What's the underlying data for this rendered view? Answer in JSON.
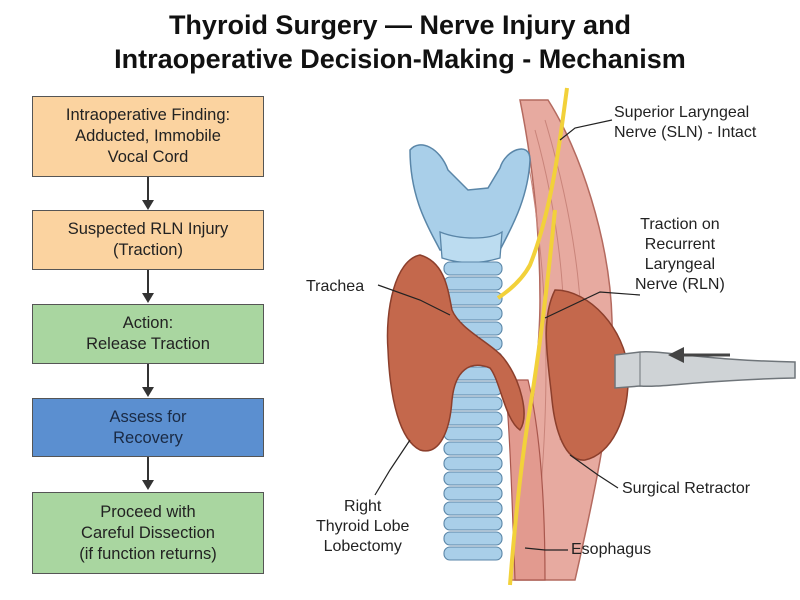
{
  "title": {
    "line1": "Thyroid Surgery — Nerve Injury and",
    "line2": "Intraoperative Decision-Making - Mechanism"
  },
  "flowchart": {
    "steps": [
      {
        "text": "Intraoperative Finding:\nAdducted, Immobile\nVocal Cord",
        "color": "#fbd3a0"
      },
      {
        "text": "Suspected RLN Injury\n(Traction)",
        "color": "#fbd3a0"
      },
      {
        "text": "Action:\nRelease Traction",
        "color": "#a9d6a0"
      },
      {
        "text": "Assess for\nRecovery",
        "color": "#5b8fd0"
      },
      {
        "text": "Proceed with\nCareful Dissection\n(if function returns)",
        "color": "#a9d6a0"
      }
    ]
  },
  "labels": {
    "sln": "Superior Laryngeal\nNerve (SLN) - Intact",
    "traction": "Traction on\nRecurrent\nLaryngeal\nNerve (RLN)",
    "trachea": "Trachea",
    "retractor": "Surgical Retractor",
    "right_lobe": "Right\nThyroid Lobe\nLobectomy",
    "esophagus": "Esophagus"
  },
  "colors": {
    "cartilage": "#a9cfe9",
    "thyroid": "#c4684c",
    "nerve": "#f2d13a",
    "muscle": "#e7aaa0"
  }
}
